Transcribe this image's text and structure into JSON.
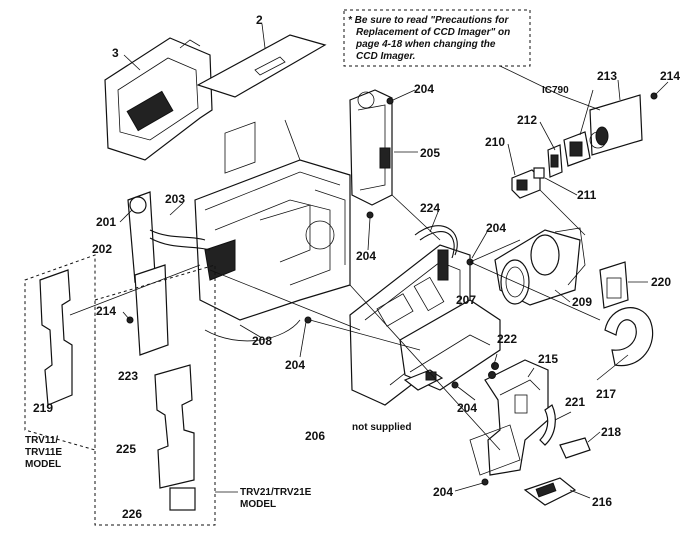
{
  "note": {
    "lines": [
      "* Be sure to read \"Precautions for",
      "Replacement of CCD Imager\" on",
      "page 4-18 when changing the",
      "CCD Imager."
    ]
  },
  "labels": {
    "p2": "2",
    "p3": "3",
    "p201": "201",
    "p202": "202",
    "p203": "203",
    "p204a": "204",
    "p204b": "204",
    "p204c": "204",
    "p204d": "204",
    "p204e": "204",
    "p204f": "204",
    "p205": "205",
    "p206": "206",
    "p207": "207",
    "p208": "208",
    "p209": "209",
    "p210": "210",
    "p211": "211",
    "p212": "212",
    "p213": "213",
    "p214a": "214",
    "p214b": "214",
    "p215": "215",
    "p216": "216",
    "p217": "217",
    "p218": "218",
    "p219": "219",
    "p220": "220",
    "p221": "221",
    "p222": "222",
    "p223": "223",
    "p224": "224",
    "p225": "225",
    "p226": "226",
    "ic790": "IC790",
    "not_supplied": "not supplied"
  },
  "models": {
    "left": [
      "TRV11/",
      "TRV11E",
      "MODEL"
    ],
    "right": [
      "TRV21/TRV21E",
      "MODEL"
    ]
  }
}
